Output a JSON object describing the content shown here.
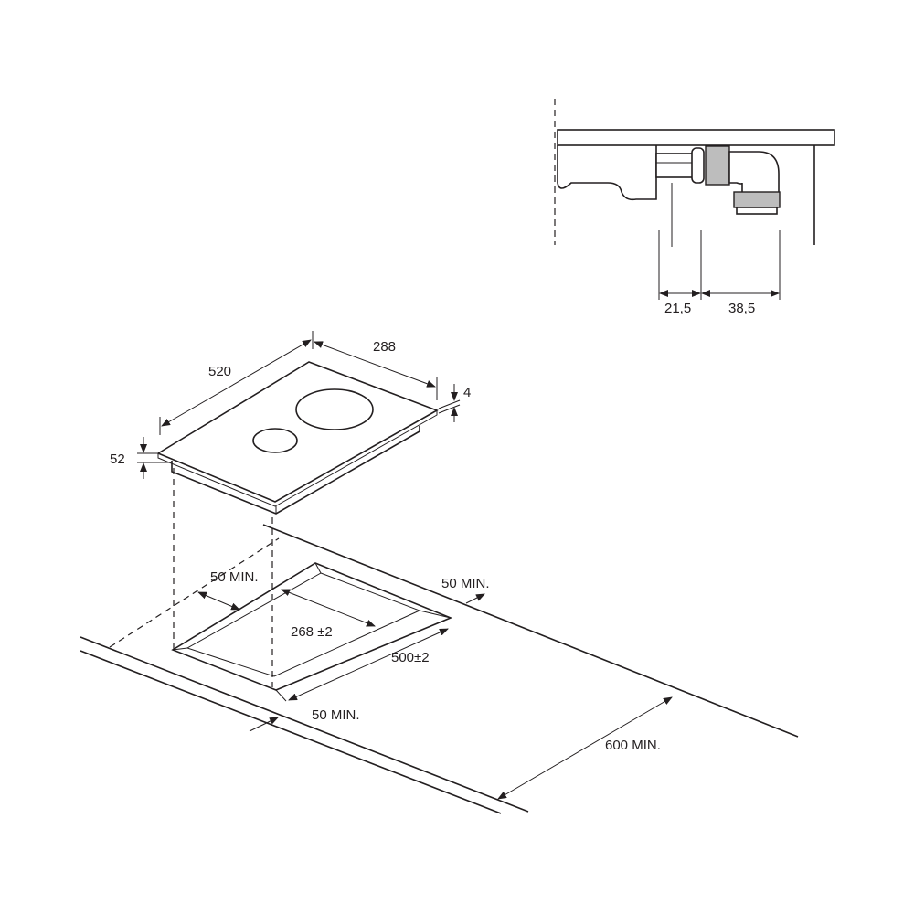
{
  "dimensions": {
    "width_520": "520",
    "depth_288": "288",
    "glass_4": "4",
    "height_52": "52",
    "clearance_left": "50 MIN.",
    "clearance_right": "50 MIN.",
    "clearance_front": "50 MIN.",
    "cutout_depth": "268 ±2",
    "cutout_width": "500±2",
    "worktop_depth": "600 MIN.",
    "detail_21_5": "21,5",
    "detail_38_5": "38,5"
  }
}
